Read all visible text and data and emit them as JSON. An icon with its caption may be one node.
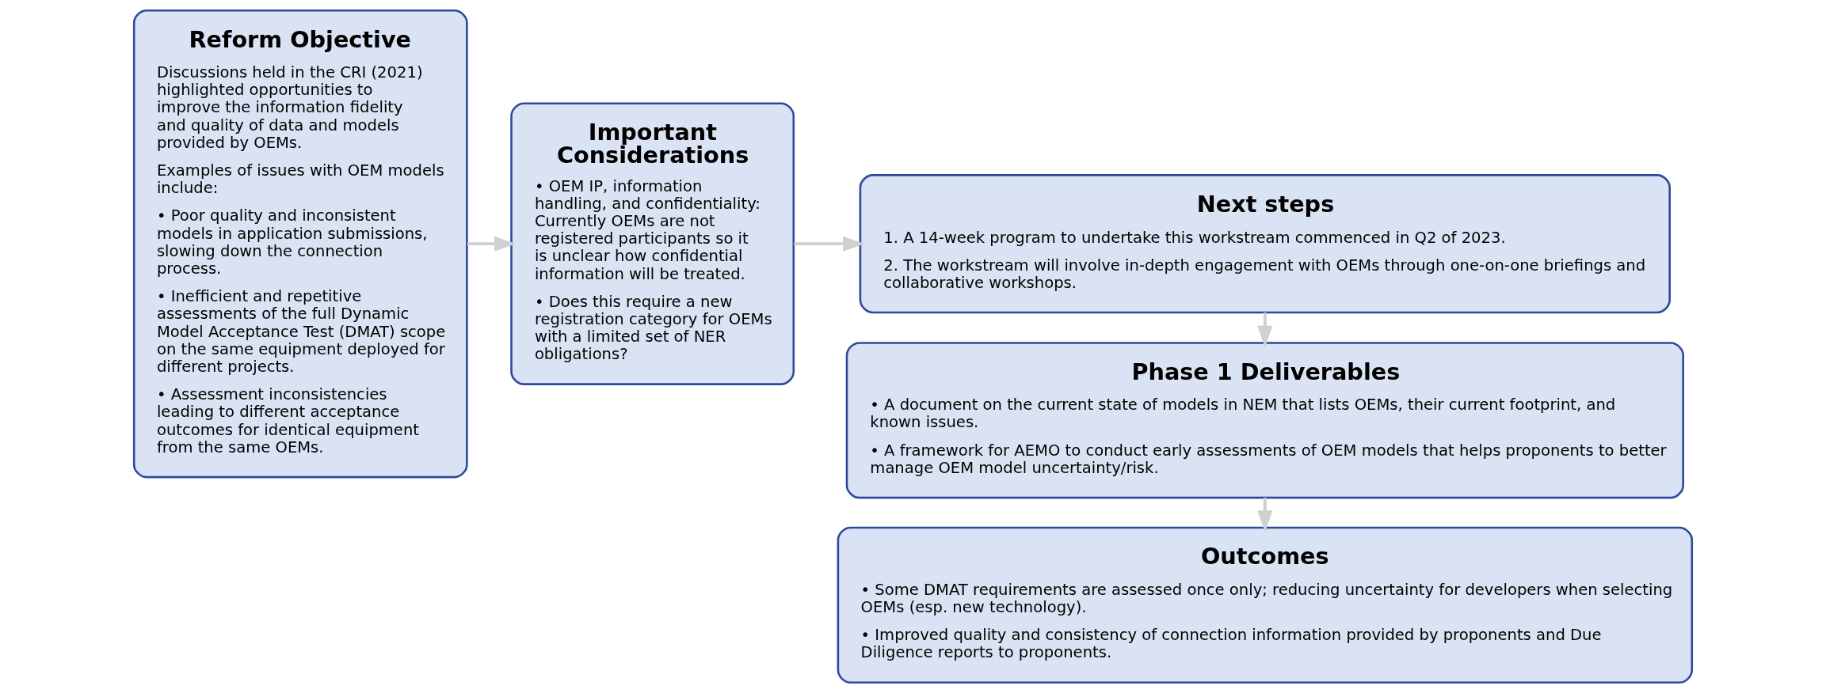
{
  "diagram": {
    "nodes": [
      {
        "text": [
          "Reform Objective",
          "Discussions held in the CRI (2021) highlighted opportunities to improve the information fidelity and quality of data and models provided by OEMs.",
          "Examples of issues with OEM models include:",
          "• Poor quality and inconsistent models in application submissions, slowing down the connection process.",
          "• Inefficient and repetitive assessments of the full Dynamic Model Acceptance Test (DMAT) scope on the same equipment deployed for different projects.",
          "• Assessment inconsistencies leading to different acceptance outcomes for identical equipment from the same OEMs."
        ]
      },
      {
        "text": [
          "Important Considerations",
          "• OEM IP, information handling, and confidentiality: Currently OEMs are not registered participants so it is unclear how confidential information will be treated.",
          "• Does this require a new registration category for OEMs with a limited set of NER obligations?"
        ]
      },
      {
        "text": [
          "Next steps",
          "1. A 14-week program to undertake this workstream commenced in Q2 of 2023.",
          "2. The workstream will involve in-depth engagement with OEMs through one-on-one briefings and collaborative workshops."
        ]
      },
      {
        "text": [
          "Phase 1 Deliverables",
          "• A document on the current state of models in NEM that lists OEMs, their current footprint, and known issues.",
          "• A framework for AEMO to conduct early assessments of OEM models that helps proponents to better manage OEM model uncertainty/risk."
        ]
      },
      {
        "text": [
          "Outcomes",
          "• Some DMAT requirements are assessed once only; reducing uncertainty for developers when selecting OEMs (esp. new technology).",
          "• Improved quality and consistency of connection information provided by proponents and Due Diligence reports to proponents."
        ]
      }
    ],
    "edges": [
      {
        "from": 0,
        "to": 1,
        "arrow": "to"
      },
      {
        "from": 1,
        "to": 2,
        "arrow": "to"
      },
      {
        "from": 2,
        "to": 3,
        "arrow": "to"
      },
      {
        "from": 3,
        "to": 4,
        "arrow": "to"
      }
    ]
  }
}
